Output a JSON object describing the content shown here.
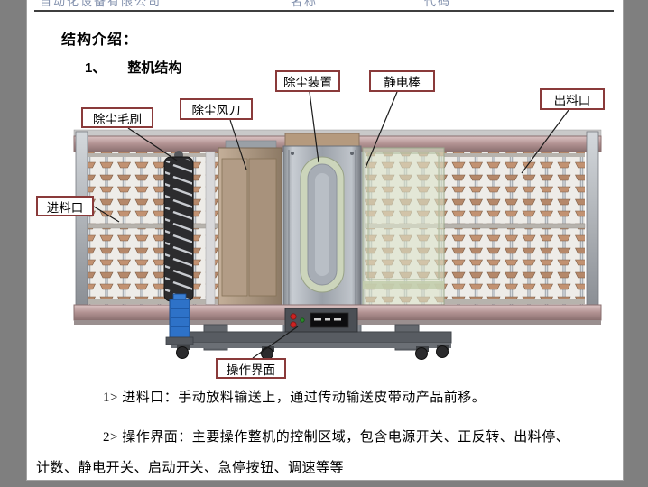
{
  "page": {
    "header": {
      "company_fragment": "自动化设备有限公司",
      "field1": "名称",
      "field2": "代码"
    },
    "title": "结构介绍：",
    "section": {
      "number": "1、",
      "label": "整机结构"
    }
  },
  "callouts": {
    "dust_brush": "除尘毛刷",
    "air_knife": "除尘风刀",
    "dust_device": "除尘装置",
    "static_bar": "静电棒",
    "outlet": "出料口",
    "inlet": "进料口",
    "control_panel": "操作界面"
  },
  "paragraphs": {
    "p1": "1> 进料口：手动放料输送上，通过传动输送皮带动产品前移。",
    "p2": "2> 操作界面：主要操作整机的控制区域，包含电源开关、正反转、出料停、",
    "p3": "计数、静电开关、启动开关、急停按钮、调速等等"
  },
  "colors": {
    "callout_border": "#8a3a3a",
    "page_background": "#ffffff",
    "app_background": "#7f7f7f",
    "rail_pink": "#b29292",
    "tower_gray": "#9aa0a8",
    "panel_green": "#dce4cc",
    "disc_brown": "#b5886a",
    "button_red": "#cc2222",
    "blue_component": "#2e72c8"
  }
}
